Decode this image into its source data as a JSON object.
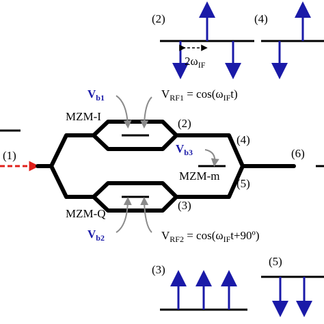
{
  "labels": {
    "n1": "(1)",
    "n2": "(2)",
    "n3": "(3)",
    "n4": "(4)",
    "n5": "(5)",
    "n6": "(6)",
    "mzm_i": "MZM-I",
    "mzm_q": "MZM-Q",
    "mzm_m": "MZM-m",
    "vb1": "V",
    "vb1_sub": "b1",
    "vb2": "V",
    "vb2_sub": "b2",
    "vb3": "V",
    "vb3_sub": "b3",
    "vrf1_v": "V",
    "vrf1_sub": "RF1",
    "vrf1_eq": " = cos(ω",
    "vrf1_if": "IF",
    "vrf1_end": "t)",
    "vrf2_v": "V",
    "vrf2_sub": "RF2",
    "vrf2_eq": " = cos(ω",
    "vrf2_if": "IF",
    "vrf2_end": "t+90º)",
    "spacing_pre": "2ω",
    "spacing_sub": "IF",
    "spec2": "(2)",
    "spec4": "(4)",
    "spec3": "(3)",
    "spec5": "(5)"
  },
  "colors": {
    "waveguide": "#000000",
    "arrow": "#1a1aa8",
    "bias_label": "#1a1aa8",
    "input": "#e0201b",
    "pointer": "#8a8a8a"
  }
}
